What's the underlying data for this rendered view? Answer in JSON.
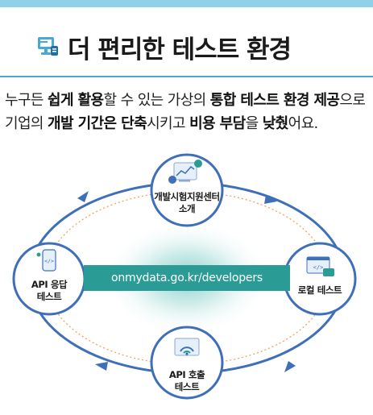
{
  "header": {
    "title": "더 편리한 테스트 환경",
    "icon": "computer-test-icon"
  },
  "description": {
    "segments": [
      {
        "text": "누구든 ",
        "bold": false
      },
      {
        "text": "쉽게 활용",
        "bold": true
      },
      {
        "text": "할 수 있는 가상의 ",
        "bold": false
      },
      {
        "text": "통합 테스트 환경 제공",
        "bold": true
      },
      {
        "text": "으로 기업의 ",
        "bold": false
      },
      {
        "text": "개발 기간은 단축",
        "bold": true
      },
      {
        "text": "시키고 ",
        "bold": false
      },
      {
        "text": "비용 부담",
        "bold": true
      },
      {
        "text": "을 ",
        "bold": false
      },
      {
        "text": "낮췄",
        "bold": true
      },
      {
        "text": "어요.",
        "bold": false
      }
    ]
  },
  "diagram": {
    "center_url": "onmydata.go.kr/developers",
    "nodes": {
      "top": {
        "label_line1": "개발시험지원센터",
        "label_line2": "소개",
        "icon": "dashboard-chart-icon"
      },
      "right": {
        "label_line1": "로컬 테스트",
        "icon": "code-window-icon"
      },
      "bottom": {
        "label_line1": "API 호출",
        "label_line2": "테스트",
        "icon": "wifi-browser-icon"
      },
      "left": {
        "label_line1": "API 응답",
        "label_line2": "테스트",
        "icon": "mobile-code-icon"
      }
    }
  },
  "colors": {
    "accent_blue": "#3e6fb8",
    "teal": "#2b9c95",
    "title_rule": "#4aa9d4",
    "orange_dots": "#f0a25a",
    "top_band": "#8fd0ea"
  }
}
